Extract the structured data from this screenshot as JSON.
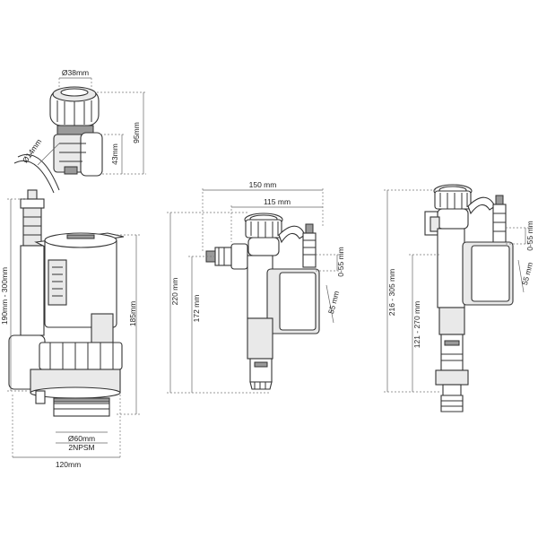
{
  "dimensions": {
    "button_diameter": "Ø38mm",
    "button_height": "95mm",
    "button_lower_height": "43mm",
    "pin_diameter": "Ø14mm",
    "valve_height_range": "190mm - 300mm",
    "valve_body_height": "185mm",
    "outlet_diameter": "Ø60mm",
    "outlet_thread": "2NPSM",
    "valve_width": "120mm",
    "side_fill_width": "150 mm",
    "side_fill_inner_width": "115 mm",
    "side_fill_height": "220 mm",
    "side_fill_inner_height": "172 mm",
    "side_fill_adjust": "0-55 mm",
    "side_fill_float": "55 mm",
    "bottom_fill_height": "216 - 305 mm",
    "bottom_fill_inner_height": "121 - 270 mm",
    "bottom_fill_adjust": "0-55 mm",
    "bottom_fill_float": "55 mm"
  }
}
